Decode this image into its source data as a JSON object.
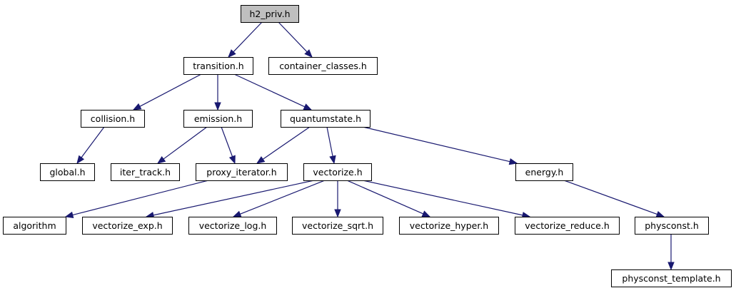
{
  "diagram": {
    "colors": {
      "edge": "#191970",
      "node_border": "#000000",
      "node_fill": "#ffffff",
      "focus_fill": "#bfbfbf",
      "external_border": "#bfbfbf",
      "external_text": "#000000"
    },
    "nodes": [
      {
        "id": "h2_priv",
        "label": "h2_priv.h",
        "kind": "focus"
      },
      {
        "id": "transition",
        "label": "transition.h",
        "kind": "normal"
      },
      {
        "id": "container_classes",
        "label": "container_classes.h",
        "kind": "normal"
      },
      {
        "id": "collision",
        "label": "collision.h",
        "kind": "normal"
      },
      {
        "id": "emission",
        "label": "emission.h",
        "kind": "normal"
      },
      {
        "id": "quantumstate",
        "label": "quantumstate.h",
        "kind": "normal"
      },
      {
        "id": "global",
        "label": "global.h",
        "kind": "normal"
      },
      {
        "id": "iter_track",
        "label": "iter_track.h",
        "kind": "normal"
      },
      {
        "id": "proxy_iterator",
        "label": "proxy_iterator.h",
        "kind": "normal"
      },
      {
        "id": "vectorize",
        "label": "vectorize.h",
        "kind": "normal"
      },
      {
        "id": "energy",
        "label": "energy.h",
        "kind": "normal"
      },
      {
        "id": "algorithm",
        "label": "algorithm",
        "kind": "external"
      },
      {
        "id": "vectorize_exp",
        "label": "vectorize_exp.h",
        "kind": "normal"
      },
      {
        "id": "vectorize_log",
        "label": "vectorize_log.h",
        "kind": "normal"
      },
      {
        "id": "vectorize_sqrt",
        "label": "vectorize_sqrt.h",
        "kind": "normal"
      },
      {
        "id": "vectorize_hyper",
        "label": "vectorize_hyper.h",
        "kind": "normal"
      },
      {
        "id": "vectorize_reduce",
        "label": "vectorize_reduce.h",
        "kind": "normal"
      },
      {
        "id": "physconst",
        "label": "physconst.h",
        "kind": "normal"
      },
      {
        "id": "physconst_template",
        "label": "physconst_template.h",
        "kind": "normal"
      }
    ],
    "edges": [
      {
        "from": "h2_priv",
        "to": "transition"
      },
      {
        "from": "h2_priv",
        "to": "container_classes"
      },
      {
        "from": "transition",
        "to": "collision"
      },
      {
        "from": "transition",
        "to": "emission"
      },
      {
        "from": "transition",
        "to": "quantumstate"
      },
      {
        "from": "collision",
        "to": "global"
      },
      {
        "from": "emission",
        "to": "iter_track"
      },
      {
        "from": "emission",
        "to": "proxy_iterator"
      },
      {
        "from": "quantumstate",
        "to": "proxy_iterator"
      },
      {
        "from": "quantumstate",
        "to": "vectorize"
      },
      {
        "from": "quantumstate",
        "to": "energy"
      },
      {
        "from": "proxy_iterator",
        "to": "algorithm"
      },
      {
        "from": "vectorize",
        "to": "vectorize_exp"
      },
      {
        "from": "vectorize",
        "to": "vectorize_log"
      },
      {
        "from": "vectorize",
        "to": "vectorize_sqrt"
      },
      {
        "from": "vectorize",
        "to": "vectorize_hyper"
      },
      {
        "from": "vectorize",
        "to": "vectorize_reduce"
      },
      {
        "from": "energy",
        "to": "physconst"
      },
      {
        "from": "physconst",
        "to": "physconst_template"
      }
    ]
  }
}
